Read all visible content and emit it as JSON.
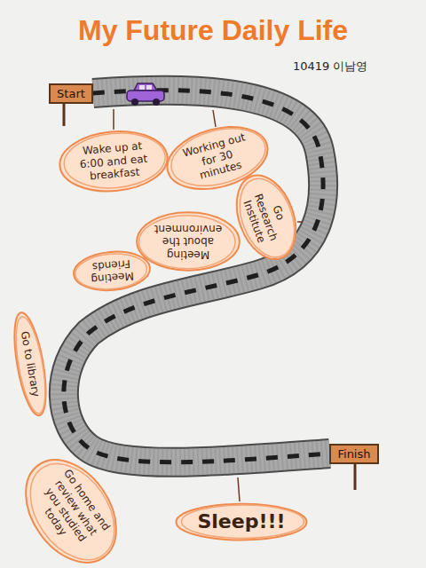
{
  "diagram": {
    "title": "My Future Daily Life",
    "nodes": [
      {
        "text": [
          "Start"
        ]
      },
      {
        "text": [
          "Wake up at 6:00 and eat breakfast"
        ]
      },
      {
        "text": [
          "Working out for 30 minutes"
        ]
      },
      {
        "text": [
          "Go Research Institute"
        ]
      },
      {
        "text": [
          "Meeting about the environment"
        ]
      },
      {
        "text": [
          "Meeting Friends"
        ]
      },
      {
        "text": [
          "Go to library"
        ]
      },
      {
        "text": [
          "Go home and review what you studied today"
        ]
      },
      {
        "text": [
          "Sleep!!!"
        ]
      },
      {
        "text": [
          "Finish"
        ]
      }
    ],
    "edges": [
      {
        "from": 0,
        "to": 9,
        "arrow": "none"
      }
    ],
    "labels": [
      "10419 이남영"
    ]
  }
}
